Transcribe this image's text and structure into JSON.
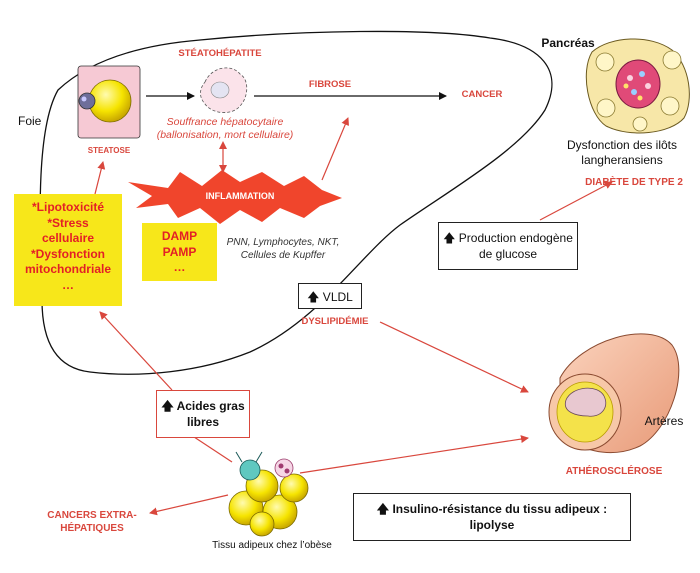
{
  "labels": {
    "foie": "Foie",
    "steatose": "STEATOSE",
    "steatohepatite": "STÉATOHÉPATITE",
    "souffrance": "Souffrance hépatocytaire",
    "souffrance2": "(ballonisation, mort cellulaire)",
    "fibrose": "FIBROSE",
    "cancer": "CANCER",
    "inflammation": "INFLAMMATION",
    "cells": "PNN, Lymphocytes, NKT,",
    "cells2": "Cellules de Kupffer",
    "pancreas": "Pancréas",
    "dysfonction": "Dysfonction des ilôts",
    "dysfonction2": "langheransiens",
    "diabete": "DIABÈTE DE TYPE 2",
    "dyslipidemie": "DYSLIPIDÉMIE",
    "arteres": "Artères",
    "atherosclerose": "ATHÉROSCLÉROSE",
    "cancers_extra": "CANCERS EXTRA-",
    "cancers_extra2": "HÉPATIQUES",
    "tissu": "Tissu adipeux chez l’obèse"
  },
  "yellow_boxes": {
    "lipo": [
      "*Lipotoxicité",
      "*Stress",
      "cellulaire",
      "*Dysfonction",
      "mitochondriale",
      "…"
    ],
    "damp": [
      "DAMP",
      "PAMP",
      "…"
    ]
  },
  "boxes": {
    "glucose": [
      "🡅 Production endogène",
      "de glucose"
    ],
    "vldl": "🡅 VLDL",
    "acides": [
      "🡅 Acides gras",
      "libres"
    ],
    "insulino": [
      "🡅 Insulino-résistance du tissu adipeux :",
      "lipolyse"
    ]
  },
  "colors": {
    "accent_red": "#d9473d",
    "yellow": "#f7e71a",
    "box_red_text": "#e31f26",
    "artery_outer": "#f3b89a",
    "fat_yellow": "#f2e000"
  }
}
